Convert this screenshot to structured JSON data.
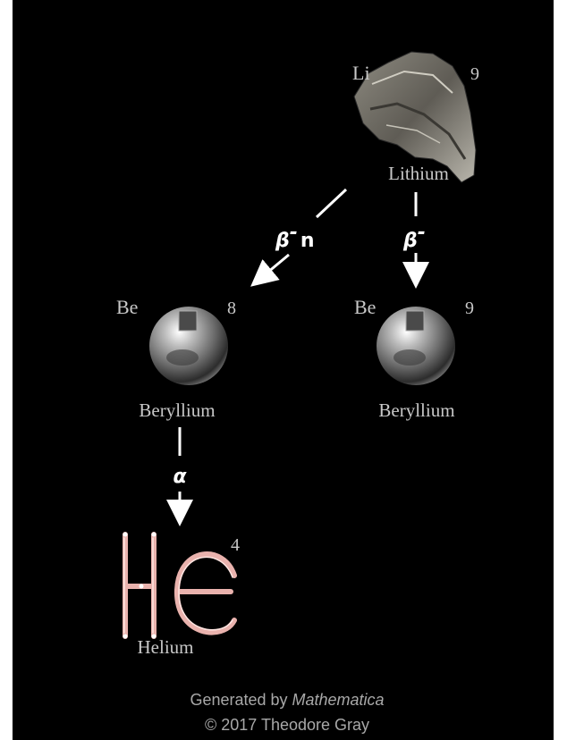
{
  "nodes": {
    "lithium": {
      "symbol": "Li",
      "mass": "9",
      "name": "Lithium"
    },
    "be8": {
      "symbol": "Be",
      "mass": "8",
      "name": "Beryllium"
    },
    "be9": {
      "symbol": "Be",
      "mass": "9",
      "name": "Beryllium"
    },
    "helium": {
      "mass": "4",
      "name": "Helium"
    }
  },
  "decays": {
    "li_to_be8": {
      "label": "β",
      "sup": "-",
      "suffix": "n"
    },
    "li_to_be9": {
      "label": "β",
      "sup": "-"
    },
    "be8_to_he": {
      "label": "α"
    }
  },
  "credits": {
    "line1_prefix": "Generated by ",
    "line1_product": "Mathematica",
    "line2": "© 2017 Theodore Gray"
  }
}
